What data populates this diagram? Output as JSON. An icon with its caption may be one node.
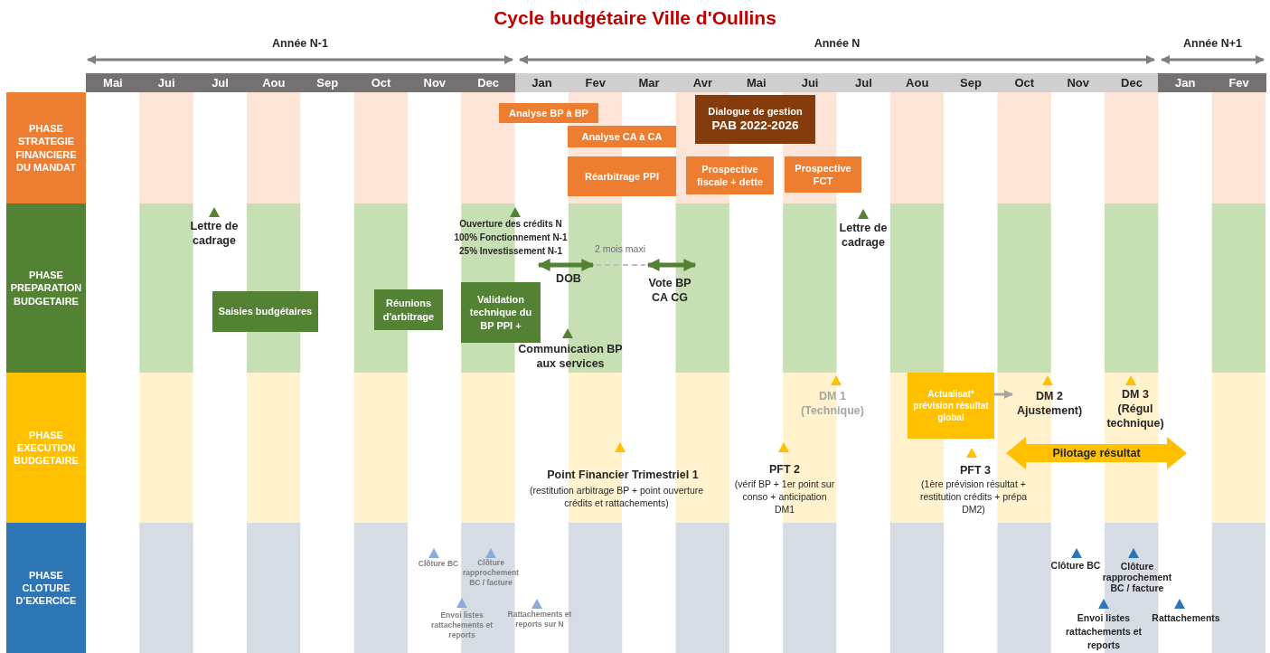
{
  "diagram": {
    "title": "Cycle budgétaire Ville d'Oullins",
    "nodes": [
      {
        "text": [
          "PHASE STRATEGIE FINANCIERE DU MANDAT"
        ]
      },
      {
        "text": [
          "PHASE PREPARATION BUDGETAIRE"
        ]
      },
      {
        "text": [
          "PHASE EXECUTION BUDGETAIRE"
        ]
      },
      {
        "text": [
          "PHASE CLOTURE D'EXERCICE"
        ]
      },
      {
        "text": [
          "Analyse BP à BP"
        ]
      },
      {
        "text": [
          "Analyse CA à CA"
        ]
      },
      {
        "text": [
          "Dialogue de gestion",
          "PAB 2022-2026"
        ]
      },
      {
        "text": [
          "Réarbitrage PPI"
        ]
      },
      {
        "text": [
          "Prospective fiscale + dette"
        ]
      },
      {
        "text": [
          "Prospective FCT"
        ]
      },
      {
        "text": [
          "Saisies budgétaires"
        ]
      },
      {
        "text": [
          "Réunions d'arbitrage"
        ]
      },
      {
        "text": [
          "Validation technique du BP PPI +"
        ]
      },
      {
        "text": [
          "Actualisat* prévision résultat global"
        ]
      },
      {
        "text": [
          "DM 2 Ajustement)"
        ]
      },
      {
        "text": [
          "Pilotage résultat"
        ]
      }
    ],
    "edges": [
      {
        "from": 13,
        "to": 14,
        "arrow": "to"
      }
    ],
    "labels": [
      "Année N-1",
      "Année N",
      "Année N+1",
      "Mai",
      "Jui",
      "Jul",
      "Aou",
      "Sep",
      "Oct",
      "Nov",
      "Dec",
      "Jan",
      "Fev",
      "Mar",
      "Avr",
      "Mai",
      "Jui",
      "Jul",
      "Aou",
      "Sep",
      "Oct",
      "Nov",
      "Dec",
      "Jan",
      "Fev",
      "Lettre de cadrage",
      "Ouverture des crédits N 100% Fonctionnement N-1 25% Investissement N-1",
      "2 mois maxi",
      "DOB",
      "Vote BP CA CG",
      "Communication BP aux services",
      "Lettre de cadrage",
      "DM 1 (Technique)",
      "DM 3 (Régul technique)",
      "Point Financier Trimestriel 1",
      "(restitution arbitrage BP + point ouverture crédits et rattachements)",
      "PFT 2",
      "(vérif BP + 1er point sur conso + anticipation DM1",
      "PFT 3",
      "(1ère prévision résultat + restitution crédits + prépa DM2)",
      "Clôture BC",
      "Clôture rapprochement BC / facture",
      "Envoi listes rattachements et reports",
      "Rattachements et reports sur N",
      "Clôture BC",
      "Clôture rapprochement BC / facture",
      "Envoi listes rattachements et reports",
      "Rattachements"
    ]
  }
}
